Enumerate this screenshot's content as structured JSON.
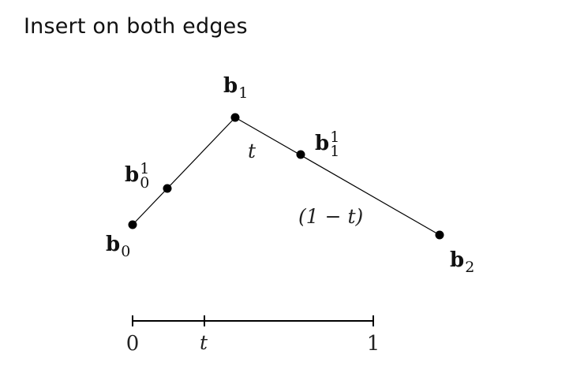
{
  "title": "Insert on both edges",
  "points": {
    "b0": {
      "base": "b",
      "sub": "0",
      "sup": ""
    },
    "b1": {
      "base": "b",
      "sub": "1",
      "sup": ""
    },
    "b2": {
      "base": "b",
      "sub": "2",
      "sup": ""
    },
    "b0_1": {
      "base": "b",
      "sub": "0",
      "sup": "1"
    },
    "b1_1": {
      "base": "b",
      "sub": "1",
      "sup": "1"
    }
  },
  "edge_labels": {
    "t": "t",
    "one_minus_t": "(1 − t)"
  },
  "param_axis": {
    "start": "0",
    "mid": "t",
    "end": "1"
  }
}
